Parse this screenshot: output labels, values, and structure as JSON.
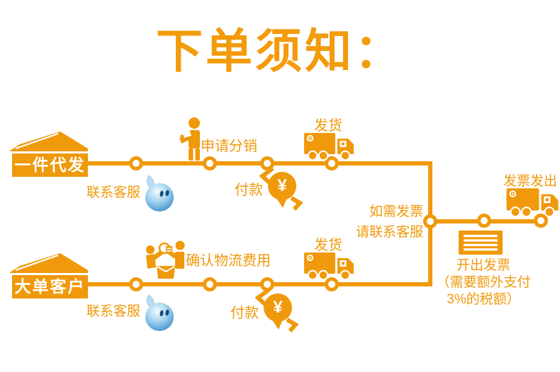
{
  "title": "下单须知：",
  "colors": {
    "accent": "#F0990B",
    "title_orange": "#F39B0B",
    "house_text": "#FFFFFF",
    "drop_blue": "#5AA7DC",
    "drop_eye": "#17497F"
  },
  "currency": "¥",
  "top_path": {
    "house": "一件代发",
    "contact": "联系客服",
    "apply": "申请分销",
    "pay": "付款",
    "ship": "发货"
  },
  "bottom_path": {
    "house": "大单客户",
    "contact": "联系客服",
    "confirm": "确认物流费用",
    "pay": "付款",
    "ship": "发货"
  },
  "invoice_branch": {
    "note_line1": "如需发票",
    "note_line2": "请联系客服",
    "sent": "发票发出",
    "issue_line1": "开出发票",
    "issue_line2": "（需要额外支付",
    "issue_line3": "3%的税额）"
  },
  "icons": {
    "house": "house-icon",
    "chat": "wangwang-chat-drop-icon",
    "person": "apply-person-icon",
    "partners": "logistics-people-icon",
    "coin": "payment-coin-icon",
    "truck": "delivery-truck-icon",
    "invoice": "invoice-sheet-icon"
  }
}
